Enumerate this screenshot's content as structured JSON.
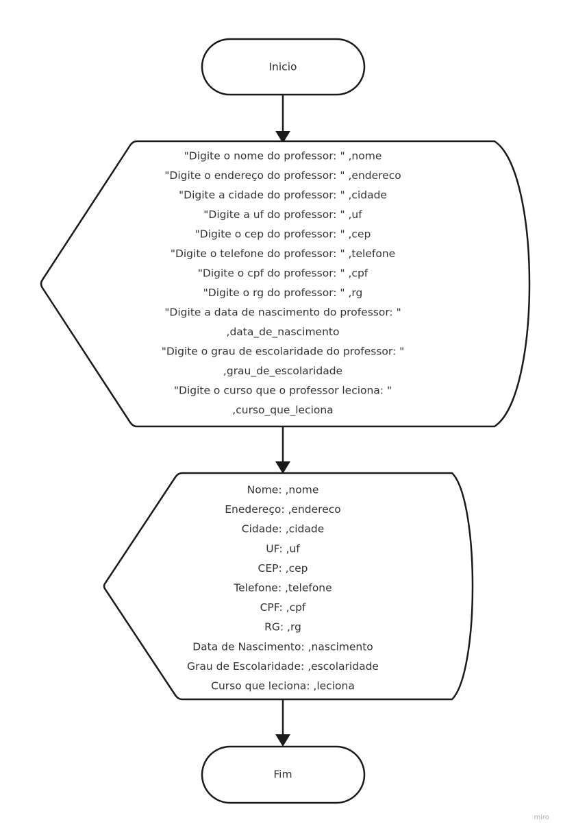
{
  "nodes": {
    "start": {
      "label": "Inicio"
    },
    "input": {
      "lines": [
        "\"Digite o nome do professor: \" ,nome",
        "\"Digite o endereço do professor: \" ,endereco",
        "\"Digite a cidade do professor: \" ,cidade",
        "\"Digite a uf do professor: \" ,uf",
        "\"Digite o cep do professor: \" ,cep",
        "\"Digite o telefone do professor: \" ,telefone",
        "\"Digite o cpf do professor: \" ,cpf",
        "\"Digite o rg do professor: \" ,rg",
        "\"Digite a data de nascimento do professor: \"",
        ",data_de_nascimento",
        "\"Digite o grau de escolaridade do professor: \"",
        ",grau_de_escolaridade",
        "\"Digite o curso que o professor leciona: \"",
        ",curso_que_leciona"
      ]
    },
    "output": {
      "lines": [
        "Nome: ,nome",
        "Enedereço: ,endereco",
        "Cidade: ,cidade",
        "UF: ,uf",
        "CEP: ,cep",
        "Telefone: ,telefone",
        "CPF: ,cpf",
        "RG: ,rg",
        "Data de Nascimento: ,nascimento",
        "Grau de Escolaridade: ,escolaridade",
        "Curso que leciona: ,leciona"
      ]
    },
    "end": {
      "label": "Fim"
    }
  },
  "edges": [
    {
      "from": "start",
      "to": "input"
    },
    {
      "from": "input",
      "to": "output"
    },
    {
      "from": "output",
      "to": "end"
    }
  ],
  "watermark": "miro"
}
